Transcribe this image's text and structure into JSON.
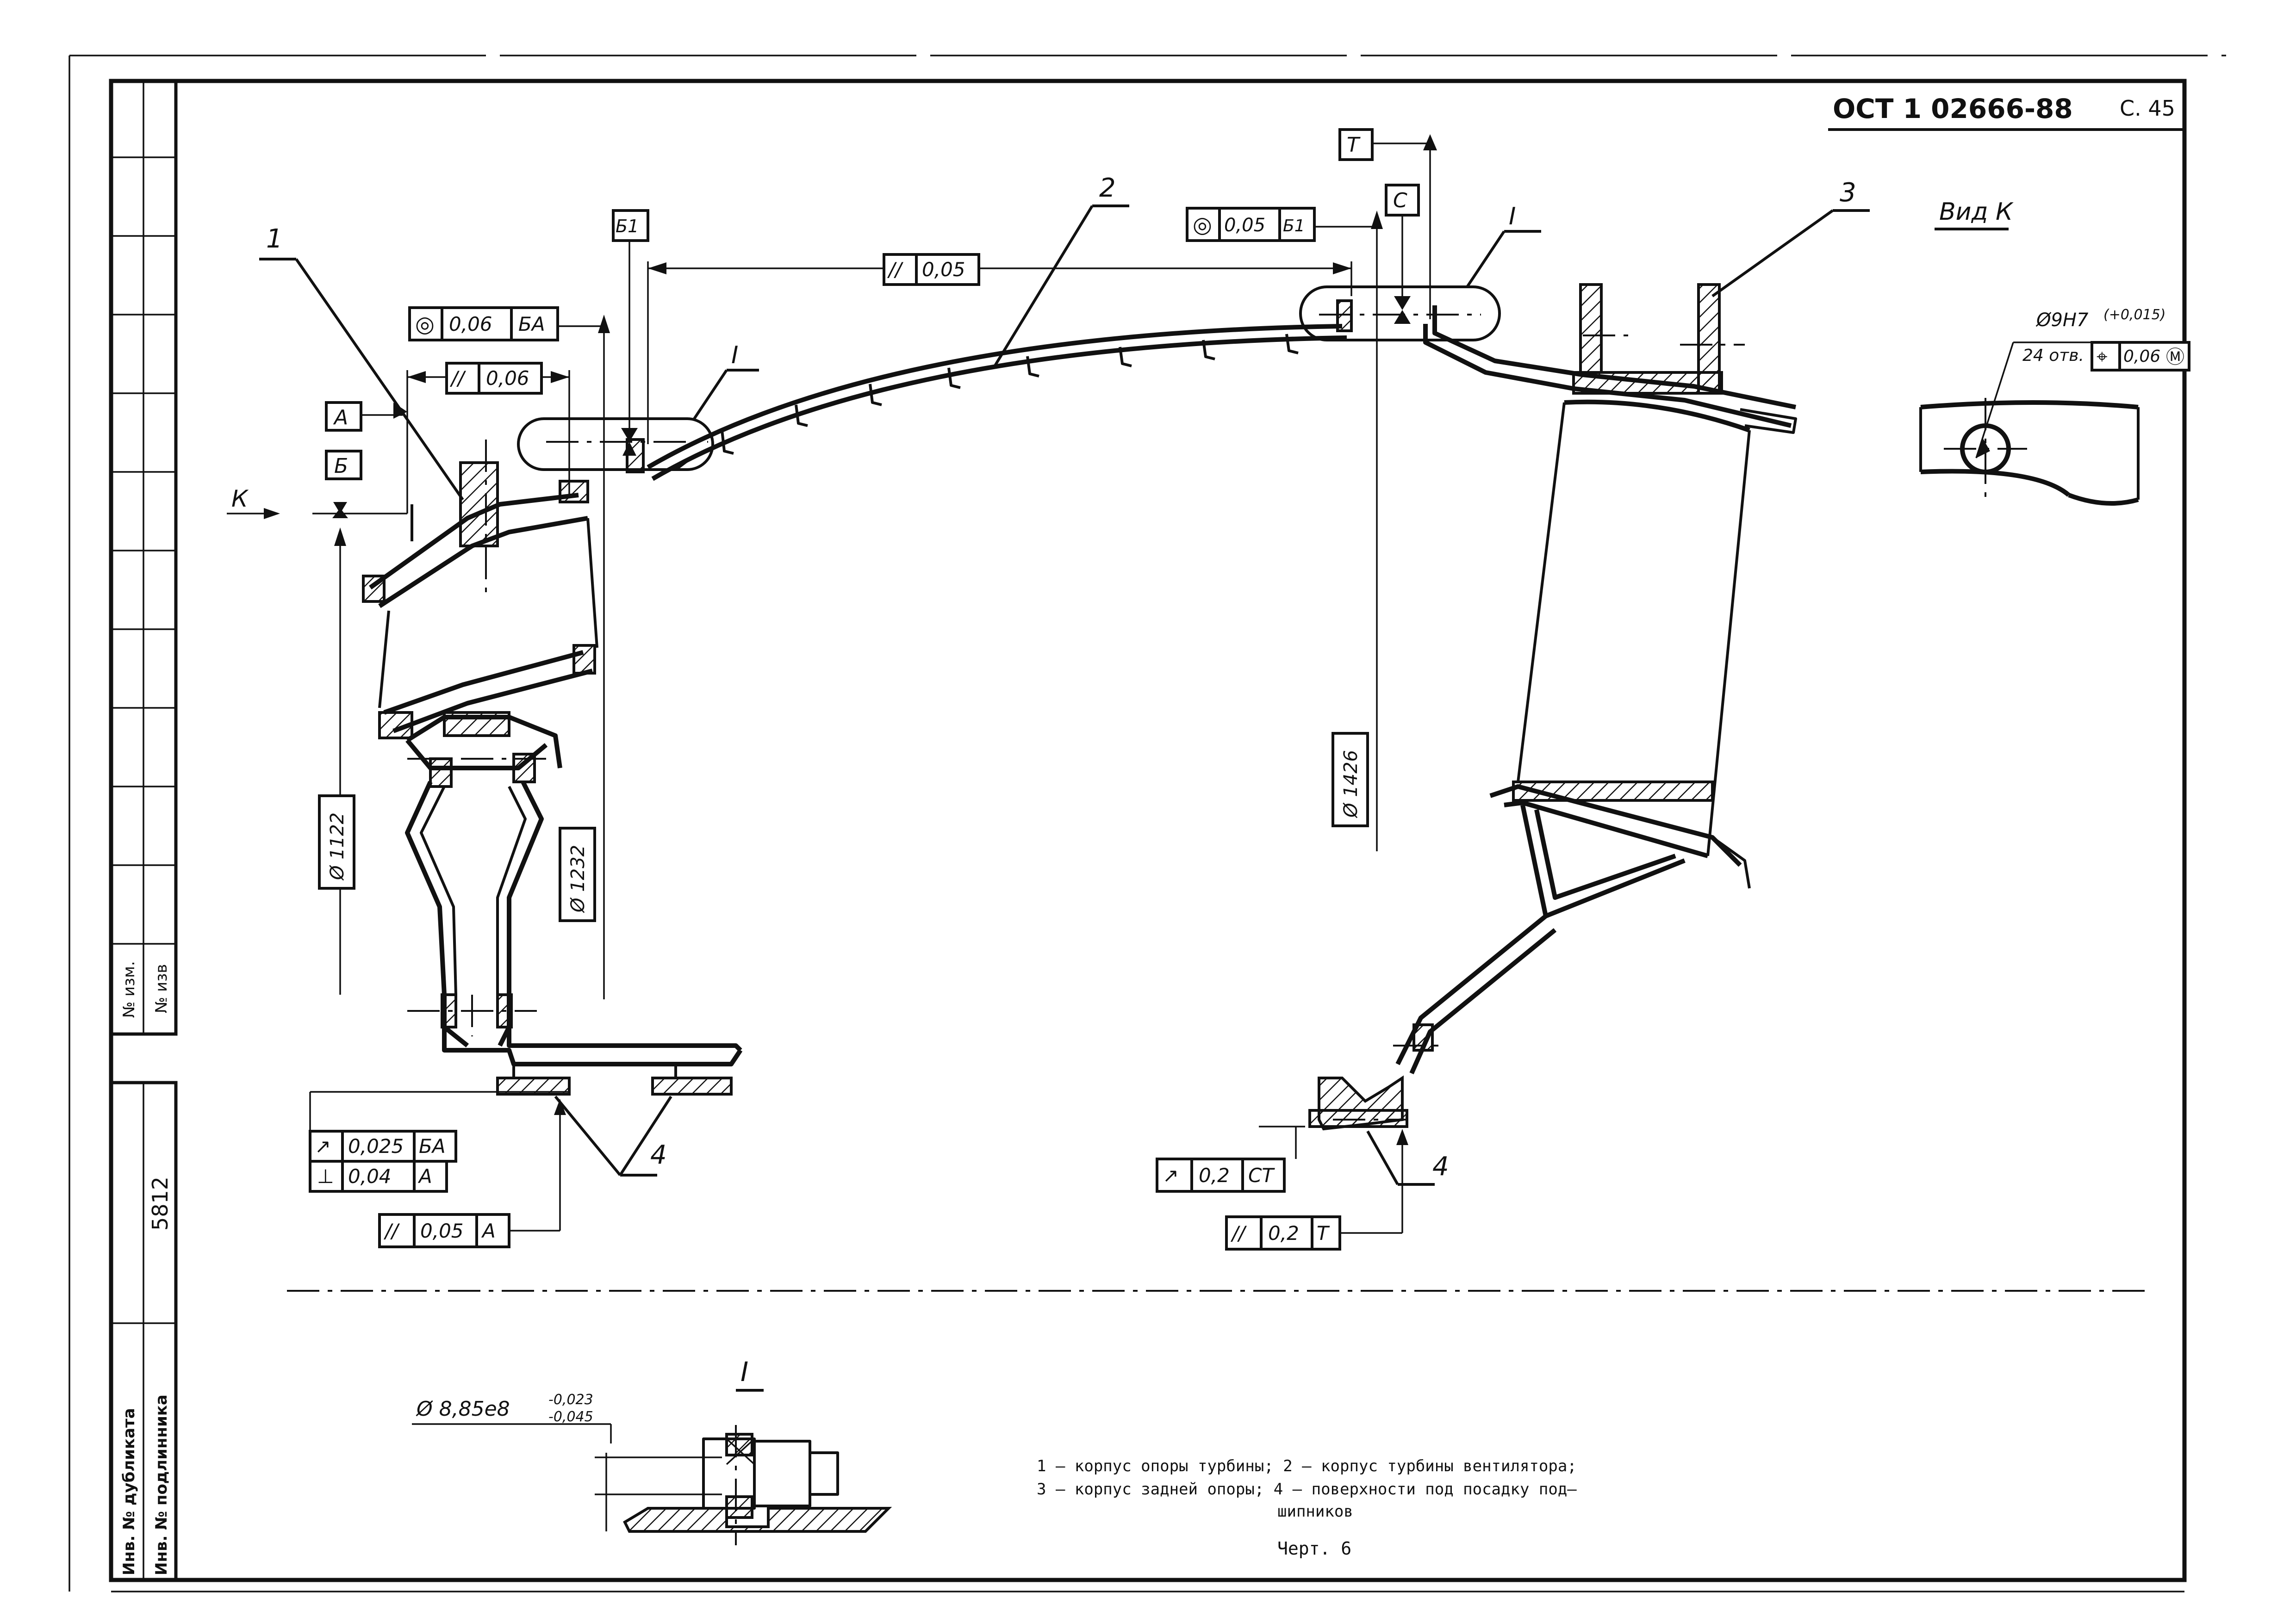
{
  "header": {
    "standard": "ОСТ 1 02666-88",
    "page": "С. 45"
  },
  "side_strip": {
    "change_no": "№ изм.",
    "notice_no": "№ изв",
    "inv_dup": "Инв. № дубликата",
    "inv_orig": "Инв. № подлинника",
    "inv_value": "5812"
  },
  "callouts": {
    "c1": "1",
    "c2": "2",
    "c3": "3",
    "c4a": "4",
    "c4b": "4",
    "detail_mark_1": "I",
    "detail_mark_2": "I",
    "detail_title": "I"
  },
  "datums": {
    "A": "А",
    "B": "Б",
    "B1": "Б1",
    "C": "С",
    "T": "Т"
  },
  "view_label": "Вид К",
  "view_arrow_label": "К",
  "dimensions": {
    "d1122": "Ø 1122",
    "d1232": "Ø 1232",
    "d1426": "Ø 1426"
  },
  "tolerance_frames": {
    "f_conc_006": [
      "◎",
      "0,06",
      "БА"
    ],
    "f_par_006": [
      "//",
      "0,06"
    ],
    "f_par_005_top": [
      "//",
      "0,05"
    ],
    "f_conc_005": [
      "◎",
      "0,05",
      "Б1"
    ],
    "f_runout_0025": [
      "↗",
      "0,025",
      "БА"
    ],
    "f_perp_004": [
      "⊥",
      "0,04",
      "А"
    ],
    "f_par_005_bot": [
      "//",
      "0,05",
      "А"
    ],
    "f_runout_02": [
      "↗",
      "0,2",
      "СТ"
    ],
    "f_par_02": [
      "//",
      "0,2",
      "Т"
    ],
    "f_pos_006": [
      "⌖",
      "0,06",
      "Ⓜ"
    ]
  },
  "holes": {
    "size": "Ø9Н7",
    "tol": "(+0,015)",
    "count": "24 отв."
  },
  "detail_dimension": {
    "size": "Ø 8,85е8",
    "upper": "-0,023",
    "lower": "-0,045"
  },
  "caption": {
    "line1": "1 – корпус опоры турбины; 2 – корпус турбины вентилятора;",
    "line2": "3 – корпус задней опоры; 4 – поверхности под посадку под–",
    "line3": "шипников",
    "figure": "Черт. 6"
  }
}
